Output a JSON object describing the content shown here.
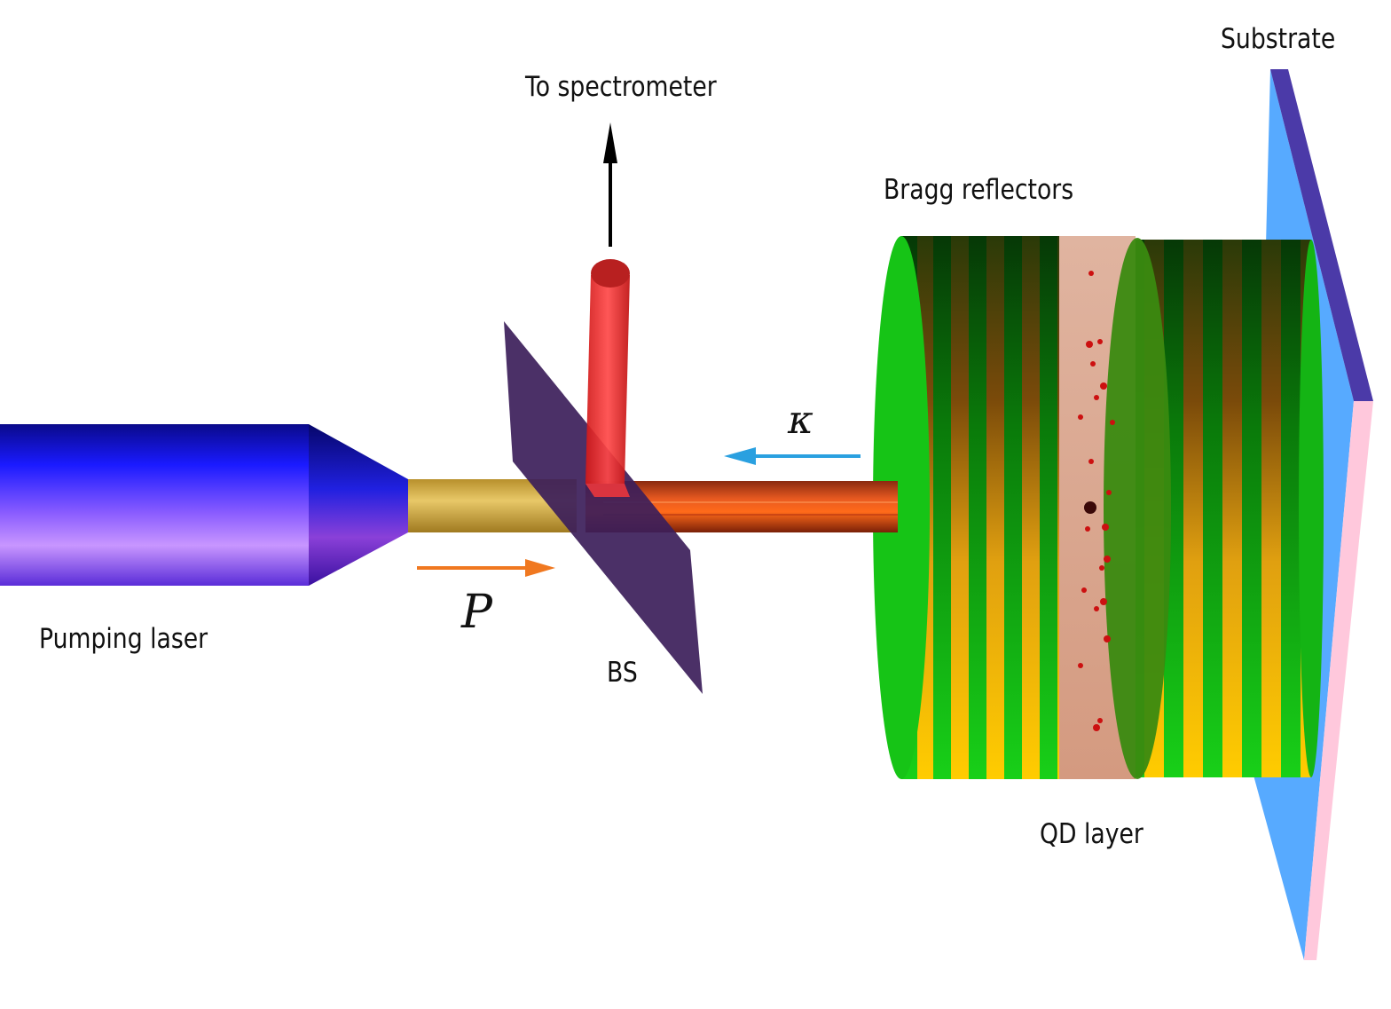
{
  "labels": {
    "substrate": "Substrate",
    "to_spectrometer": "To spectrometer",
    "bragg": "Bragg reflectors",
    "pumping_laser": "Pumping laser",
    "bs": "BS",
    "qd_layer": "QD layer",
    "pump_symbol": "P",
    "decay_symbol": "κ"
  },
  "colors": {
    "laser_body": "#1a1aff",
    "laser_light": "#c68cff",
    "pump_beam": "#d8b44a",
    "beam_splitter": "#3c1e5a",
    "emission": "#e04a1a",
    "spectrometer_beam": "#ff3030",
    "bragg_green": "#12c012",
    "bragg_dark": "#0a4a0a",
    "bragg_yellow": "#ffc800",
    "qd_layer": "#dca084",
    "qd_dot": "#cc1010",
    "substrate_face": "#57aaff",
    "substrate_edge": "#4b3aa8",
    "substrate_side": "#ffc8dc",
    "arrow_p": "#f07820",
    "arrow_kappa": "#2aa0e0"
  }
}
